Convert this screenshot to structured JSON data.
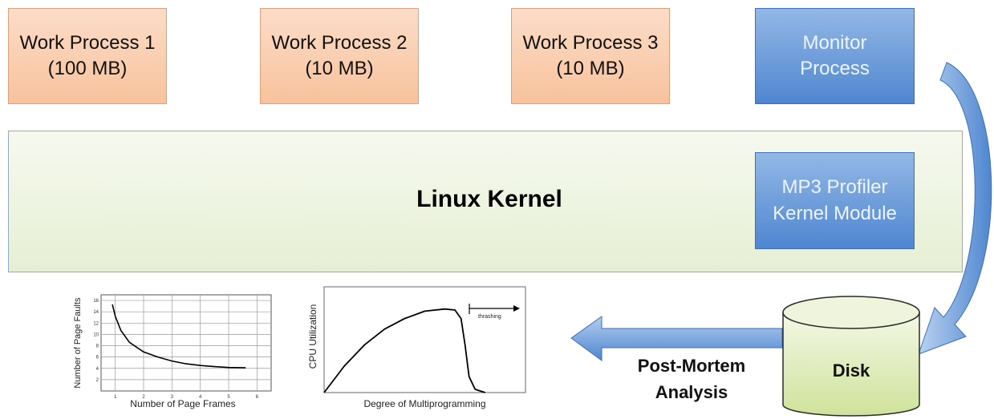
{
  "processes": [
    {
      "name": "Work Process 1",
      "size": "(100 MB)"
    },
    {
      "name": "Work Process 2",
      "size": "(10 MB)"
    },
    {
      "name": "Work Process 3",
      "size": "(10 MB)"
    }
  ],
  "monitor": {
    "line1": "Monitor",
    "line2": "Process"
  },
  "kernel": {
    "label": "Linux Kernel"
  },
  "profiler": {
    "line1": "MP3 Profiler",
    "line2": "Kernel Module"
  },
  "disk": {
    "label": "Disk"
  },
  "post_mortem": {
    "line1": "Post-Mortem",
    "line2": "Analysis"
  },
  "colors": {
    "work_fill": "#f8c29c",
    "blue_fill": "#4f86d0",
    "kernel_fill": "#e6efd4",
    "disk_fill": "#d6e8a8",
    "arrow_blue": "#5b8fd6"
  },
  "chart_data": [
    {
      "type": "line",
      "xlabel": "Number of Page Frames",
      "ylabel": "Number of Page Faults",
      "xticks": [
        "1",
        "2",
        "3",
        "4",
        "5",
        "6"
      ],
      "yticks": [
        "2",
        "4",
        "6",
        "8",
        "10",
        "12",
        "14",
        "16"
      ],
      "xlim": [
        0.5,
        6.5
      ],
      "ylim": [
        0,
        17
      ],
      "grid": true,
      "series": [
        {
          "x": [
            0.9,
            1.0,
            1.2,
            1.5,
            2.0,
            2.5,
            3.0,
            3.5,
            4.0,
            4.5,
            5.0,
            5.6
          ],
          "values": [
            15.3,
            13.2,
            10.7,
            8.6,
            6.9,
            6.0,
            5.3,
            4.8,
            4.5,
            4.3,
            4.15,
            4.1
          ]
        }
      ]
    },
    {
      "type": "line",
      "xlabel": "Degree of Multiprogramming",
      "ylabel": "CPU Utilization",
      "annotations": [
        "thrashing"
      ],
      "grid": false,
      "series": [
        {
          "x": [
            0,
            0.1,
            0.2,
            0.3,
            0.4,
            0.5,
            0.6,
            0.65,
            0.68,
            0.7,
            0.72,
            0.75,
            0.8
          ],
          "values": [
            0,
            0.25,
            0.45,
            0.6,
            0.7,
            0.77,
            0.79,
            0.78,
            0.7,
            0.45,
            0.15,
            0.03,
            0.0
          ]
        }
      ]
    }
  ]
}
